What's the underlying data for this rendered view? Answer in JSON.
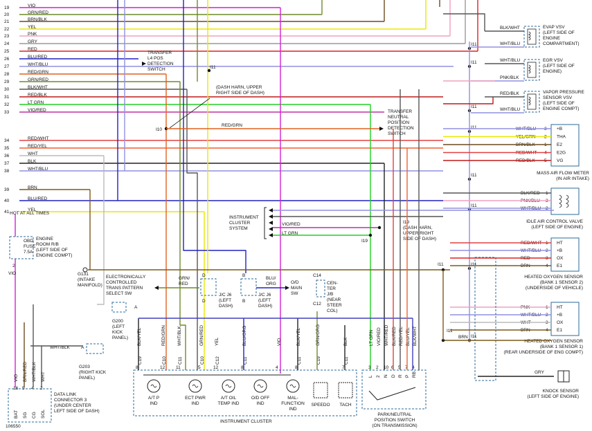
{
  "left_rows": [
    {
      "num": "19",
      "label": "VIO",
      "color": "#d21fd2"
    },
    {
      "num": "20",
      "label": "GRN/RED",
      "color": "#6f8a2a"
    },
    {
      "num": "21",
      "label": "BRN/BLK",
      "color": "#6b4a1f"
    },
    {
      "num": "22",
      "label": "YEL",
      "color": "#e8e800"
    },
    {
      "num": "23",
      "label": "PNK",
      "color": "#f0a0c0"
    },
    {
      "num": "24",
      "label": "GRY",
      "color": "#999999"
    },
    {
      "num": "25",
      "label": "RED",
      "color": "#e02020"
    },
    {
      "num": "26",
      "label": "BLU/RED",
      "color": "#2020c0"
    },
    {
      "num": "27",
      "label": "WHT/BLU",
      "color": "#9090e0"
    },
    {
      "num": "28",
      "label": "RED/GRN",
      "color": "#e06020"
    },
    {
      "num": "29",
      "label": "GRN/RED",
      "color": "#6f8a2a"
    },
    {
      "num": "30",
      "label": "BLK/WHT",
      "color": "#555555"
    },
    {
      "num": "31",
      "label": "RED/BLK",
      "color": "#c01818"
    },
    {
      "num": "32",
      "label": "LT GRN",
      "color": "#20d020"
    },
    {
      "num": "33",
      "label": "VIO/RED",
      "color": "#c030a0"
    },
    {
      "num": "34",
      "label": "RED/WHT",
      "color": "#e04040"
    },
    {
      "num": "35",
      "label": "RED/YEL",
      "color": "#f06030"
    },
    {
      "num": "36",
      "label": "WHT",
      "color": "#bbbbbb"
    },
    {
      "num": "37",
      "label": "BLK",
      "color": "#222222"
    },
    {
      "num": "38",
      "label": "WHT/BLU",
      "color": "#9090e0"
    },
    {
      "num": "39",
      "label": "BRN",
      "color": "#7a5a1a"
    },
    {
      "num": "40",
      "label": "BLU/RED",
      "color": "#2020c0"
    },
    {
      "num": "41",
      "label": "YEL",
      "color": "#e8e800"
    }
  ],
  "components": {
    "transfer_l4": "TRANSFER\nL4 POS\nDETECTION\nSWITCH",
    "dash_harn": "(DASH HARN, UPPER\nRIGHT SIDE OF DASH)",
    "transfer_neutral": "TRANSFER\nNEUTRAL\nPOSITION\nDETECTION\nSWITCH",
    "instrument_cluster_system": "INSTRUMENT\nCLUSTER\nSYSTEM",
    "evap": "EVAP VSV\n(LEFT SIDE OF\nENGINE\nCOMPARTMENT)",
    "egr": "EGR VSV\n(LEFT SIDE OF\nENGINE)",
    "vapor": "VAPOR PRESSURE\nSENSOR VSV\n(LEFT SIDE OF\nENGINE COMPT)",
    "maf": "MASS AIR FLOW METER\n(IN AIR INTAKE)",
    "iac": "IDLE AIR CONTROL VALVE\n(LEFT SIDE OF ENGINE)",
    "ho2s2": "HEATED OXYGEN SENSOR\n(BANK 1 SENSOR 2)\n(UNDERSIDE OF VEHICLE)",
    "ho2s1": "HEATED OXYGEN SENSOR\n(BANK 1 SENSOR 1)\n(REAR UNDERSIDE OF ENG COMPT)",
    "knock": "KNOCK SENSOR\n(LEFT SIDE OF ENGINE)",
    "hot": "HOT AT ALL TIMES",
    "obd_fuse": "OBD\nFUSE\n7.5A",
    "engine_rb": "ENGINE\nROOM R/B\n(LEFT SIDE OF\nENGINE COMPT)",
    "g131": "G131\n(INTAKE\nMANIFOLD)",
    "ects": "ELECTRONICALLY\nCONTROLLED\nTRANS PATTERN\nSELECT SW",
    "jc_j6_left": "J/C J6\n(LEFT\nDASH)",
    "jc_j6_right": "J/C J6\n(LEFT\nDASH)",
    "od_main": "O/D\nMAIN\nSW",
    "center_jb": "CEN-\nTER\nJ/B\n(NEAR\nSTEER\nCOL)",
    "g200": "G200\n(LEFT\nKICK\nPANEL)",
    "g203": "G203\n(RIGHT KICK\nPANEL)",
    "i19_note": "I19\n(DASH HARN,\nUPPER RIGHT\nSIDE OF DASH)",
    "dlc": "DATA LINK\nCONNECTOR 3\n(UNDER CENTER\nLEFT SIDE OF DASH)",
    "instrument_cluster": "INSTRUMENT CLUSTER",
    "park_neutral": "PARK/NEUTRAL\nPOSITION SWITCH\n(ON TRANSMISSION)",
    "figure_id": "106550"
  },
  "maf_pins": [
    {
      "wire": "WHT/BLU",
      "pin": "3",
      "name": "+B"
    },
    {
      "wire": "YEL/GRN",
      "pin": "2",
      "name": "THA"
    },
    {
      "wire": "BRN/BLK",
      "pin": "1",
      "name": "E2"
    },
    {
      "wire": "RED/WHT",
      "pin": "4",
      "name": "E2G"
    },
    {
      "wire": "RED/BLK",
      "pin": "5",
      "name": "VG"
    }
  ],
  "iac_pins": [
    {
      "wire": "BLK/RED",
      "pin": "1"
    },
    {
      "wire": "PNK/BLU",
      "pin": "3"
    },
    {
      "wire": "WHT/BLU",
      "pin": "2"
    }
  ],
  "ho2s2_pins": [
    {
      "wire": "RED/WHT",
      "pin": "1",
      "name": "HT"
    },
    {
      "wire": "WHT/BLU",
      "pin": "2",
      "name": "+B"
    },
    {
      "wire": "RED",
      "pin": "3",
      "name": "OX"
    },
    {
      "wire": "BRN",
      "pin": "4",
      "name": "E1"
    }
  ],
  "ho2s1_pins": [
    {
      "wire": "PNK",
      "pin": "1",
      "name": "HT"
    },
    {
      "wire": "WHT/BLU",
      "pin": "2",
      "name": "+B"
    },
    {
      "wire": "WHT",
      "pin": "3",
      "name": "OX"
    },
    {
      "wire": "BRN",
      "pin": "4",
      "name": "E1"
    }
  ],
  "vsv_wires": {
    "evap_top": "BLK/WHT",
    "evap_bot": "WHT/BLU",
    "egr_top": "WHT/BLU",
    "egr_bot": "PNK/BLK",
    "vap_top": "RED/BLK",
    "vap_bot": "WHT/BLU"
  },
  "splices": {
    "i11": "I11",
    "i10": "I10",
    "i19": "I19"
  },
  "mid_labels": {
    "red_grn": "RED/GRN",
    "vio_red": "VIO/RED",
    "lt_grn": "LT GRN",
    "grn_red": "GRN/\nRED",
    "blu_org": "BLU/\nORG",
    "gry": "GRY",
    "brn": "BRN",
    "wht_blk": "WHT/BLK",
    "c14": "C14",
    "c12": "C12"
  },
  "cluster_wires": [
    {
      "wire": "BLK/YEL",
      "pin": "8",
      "conn": "C19"
    },
    {
      "wire": "RED/GRN",
      "pin": "12",
      "conn": "C10"
    },
    {
      "wire": "WHT/BLK",
      "pin": "11",
      "conn": "C11"
    },
    {
      "wire": "GRN/RED",
      "pin": "5",
      "conn": "C10"
    },
    {
      "wire": "YEL",
      "pin": "12",
      "conn": "C12"
    },
    {
      "wire": "BLU/ORG",
      "pin": "8",
      "conn": "C11"
    },
    {
      "wire": "VIO",
      "pin": "4",
      "conn": ""
    },
    {
      "wire": "BLK/YEL",
      "pin": "8",
      "conn": "C11"
    },
    {
      "wire": "GRN/ORG",
      "pin": "",
      "conn": "C19"
    },
    {
      "wire": "BLK",
      "pin": "7",
      "conn": "C11"
    }
  ],
  "cluster_indicators": [
    "A/T P\nIND",
    "ECT PWR\nIND",
    "A/T OIL\nTEMP IND",
    "O/D OFF\nIND",
    "MAL-\nFUNCTION\nIND",
    "SPEEDO",
    "TACH"
  ],
  "pn_wires": [
    {
      "wire": "LT GRN",
      "pin": "3"
    },
    {
      "wire": "VIO/RED",
      "pin": "2"
    },
    {
      "wire": "WHT/RED",
      "pin": "10"
    },
    {
      "wire": "BLK/RED",
      "pin": "6"
    },
    {
      "wire": "RED/YEL",
      "pin": "5"
    },
    {
      "wire": "BLU/YEL",
      "pin": "7"
    },
    {
      "wire": "BLK/WHT",
      "pin": "4"
    }
  ],
  "pn_pins": [
    "L",
    "2",
    "N",
    "D",
    "R",
    "P",
    "RB"
  ],
  "dlc_wires": [
    {
      "wire": "VIO",
      "pin": "16",
      "name": "BAT"
    },
    {
      "wire": "BRN/RED",
      "pin": "5",
      "name": "SG"
    },
    {
      "wire": "WHT/BLK",
      "pin": "4",
      "name": "CG"
    },
    {
      "wire": "WHT",
      "pin": "2",
      "name": "SOL"
    }
  ]
}
